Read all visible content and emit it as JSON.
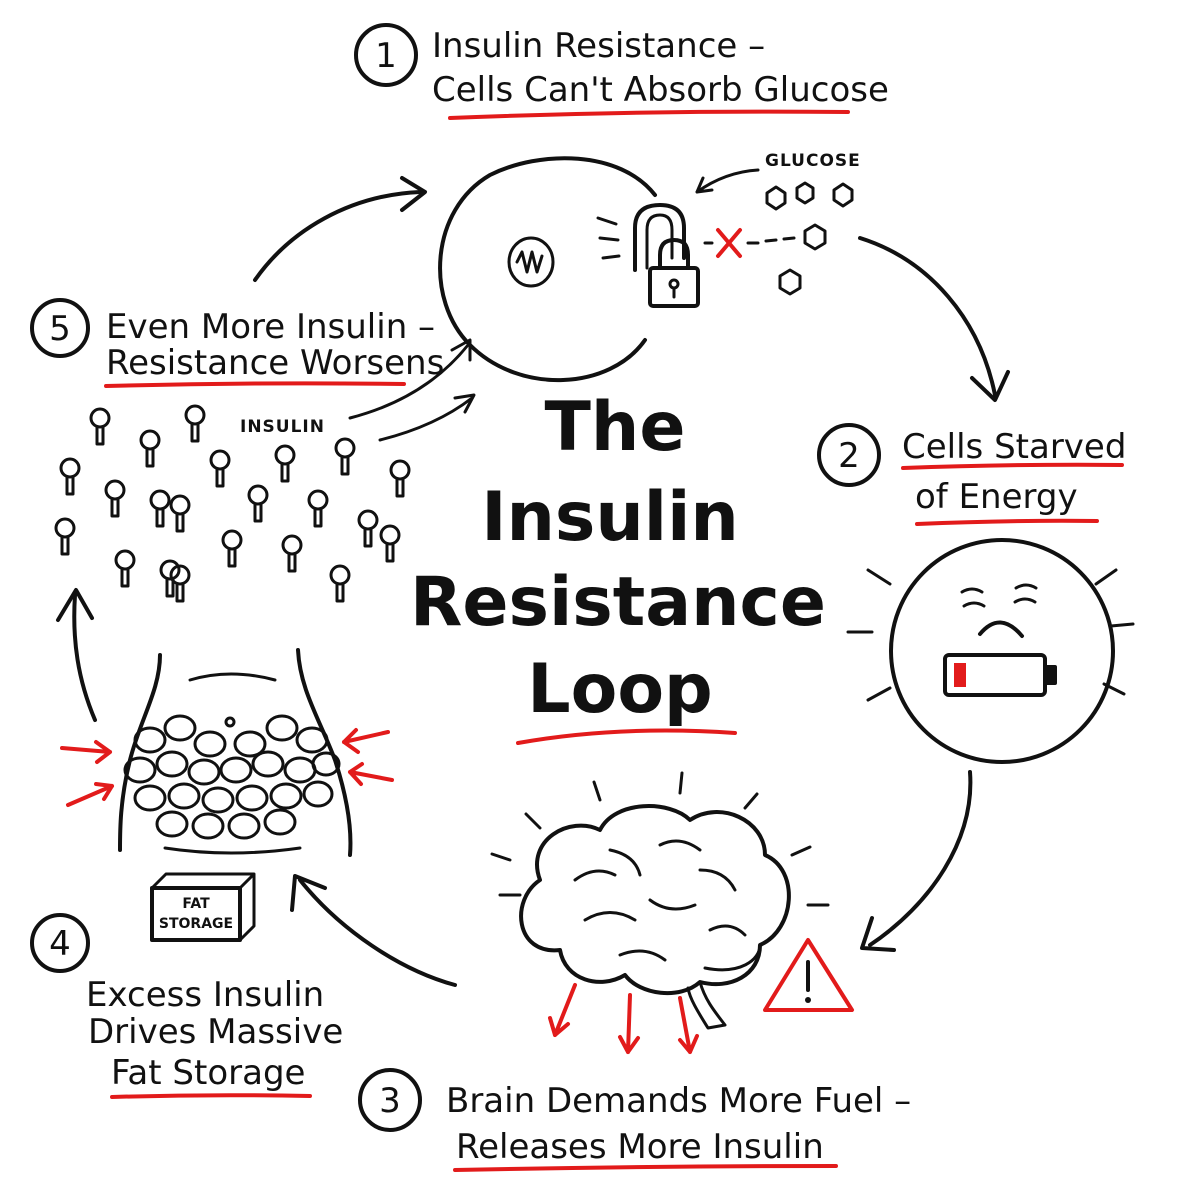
{
  "title": {
    "lines": [
      "The",
      "Insulin",
      "Resistance",
      "Loop"
    ]
  },
  "steps": [
    {
      "number": "1",
      "line1": "Insulin Resistance –",
      "line2": "Cells Can't Absorb Glucose"
    },
    {
      "number": "2",
      "line1": "Cells Starved",
      "line2": "of Energy"
    },
    {
      "number": "3",
      "line1": "Brain Demands More Fuel –",
      "line2": "Releases More Insulin"
    },
    {
      "number": "4",
      "line1": "Excess Insulin",
      "line2": "Drives Massive",
      "line3": "Fat Storage"
    },
    {
      "number": "5",
      "line1": "Even More Insulin –",
      "line2": "Resistance Worsens"
    }
  ],
  "labels": {
    "glucose": "GLUCOSE",
    "insulin": "INSULIN",
    "fat_storage_line1": "FAT",
    "fat_storage_line2": "STORAGE"
  },
  "colors": {
    "ink": "#111111",
    "accent_red": "#e21b1b"
  },
  "icons": [
    "cell-icon",
    "padlock-icon",
    "glucose-hexagon-icon",
    "sad-face-icon",
    "low-battery-icon",
    "brain-icon",
    "warning-icon",
    "belly-fat-icon",
    "fat-storage-box-icon",
    "insulin-key-icon"
  ]
}
